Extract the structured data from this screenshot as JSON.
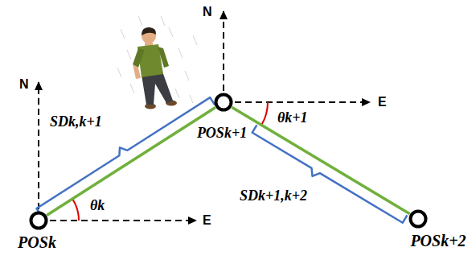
{
  "diagram": {
    "nodes": [
      {
        "text": [
          "POSk"
        ]
      },
      {
        "text": [
          "POSk+1"
        ]
      },
      {
        "text": [
          "POSk+2"
        ]
      }
    ],
    "edges": [
      {
        "from": 0,
        "to": 1,
        "arrow": "none"
      },
      {
        "from": 1,
        "to": 2,
        "arrow": "none"
      }
    ],
    "labels": [
      "SDk,k+1",
      "SDk+1,k+2",
      "θk",
      "θk+1",
      "N",
      "E",
      "N",
      "E"
    ]
  }
}
